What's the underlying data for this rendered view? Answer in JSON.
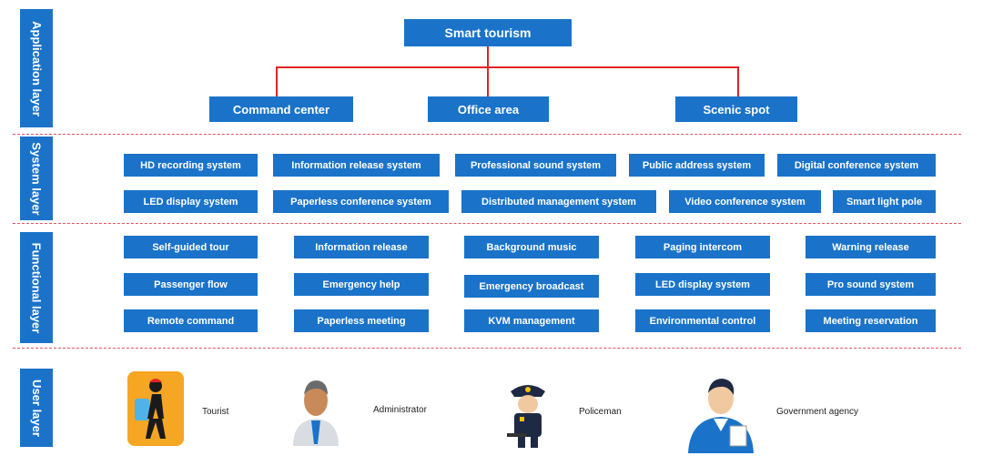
{
  "layers": {
    "application": "Application layer",
    "system": "System layer",
    "functional": "Functional layer",
    "user": "User layer"
  },
  "application": {
    "root": "Smart tourism",
    "children": [
      "Command center",
      "Office area",
      "Scenic spot"
    ]
  },
  "system": {
    "row1": [
      "HD recording system",
      "Information release system",
      "Professional sound system",
      "Public address system",
      "Digital conference system"
    ],
    "row2": [
      "LED display system",
      "Paperless conference system",
      "Distributed management system",
      "Video conference system",
      "Smart light pole"
    ]
  },
  "functional": {
    "row1": [
      "Self-guided tour",
      "Information release",
      "Background music",
      "Paging intercom",
      "Warning release"
    ],
    "row2": [
      "Passenger flow",
      "Emergency help",
      "Emergency broadcast",
      "LED display system",
      "Pro sound system"
    ],
    "row3": [
      "Remote command",
      "Paperless meeting",
      "KVM management",
      "Environmental control",
      "Meeting reservation"
    ]
  },
  "users": [
    {
      "label": "Tourist",
      "icon": "tourist-icon"
    },
    {
      "label": "Administrator",
      "icon": "administrator-icon"
    },
    {
      "label": "Policeman",
      "icon": "policeman-icon"
    },
    {
      "label": "Government agency",
      "icon": "government-agency-icon"
    }
  ],
  "colors": {
    "box": "#1a73c9",
    "connector": "#e02424",
    "divider": "#e05560"
  }
}
